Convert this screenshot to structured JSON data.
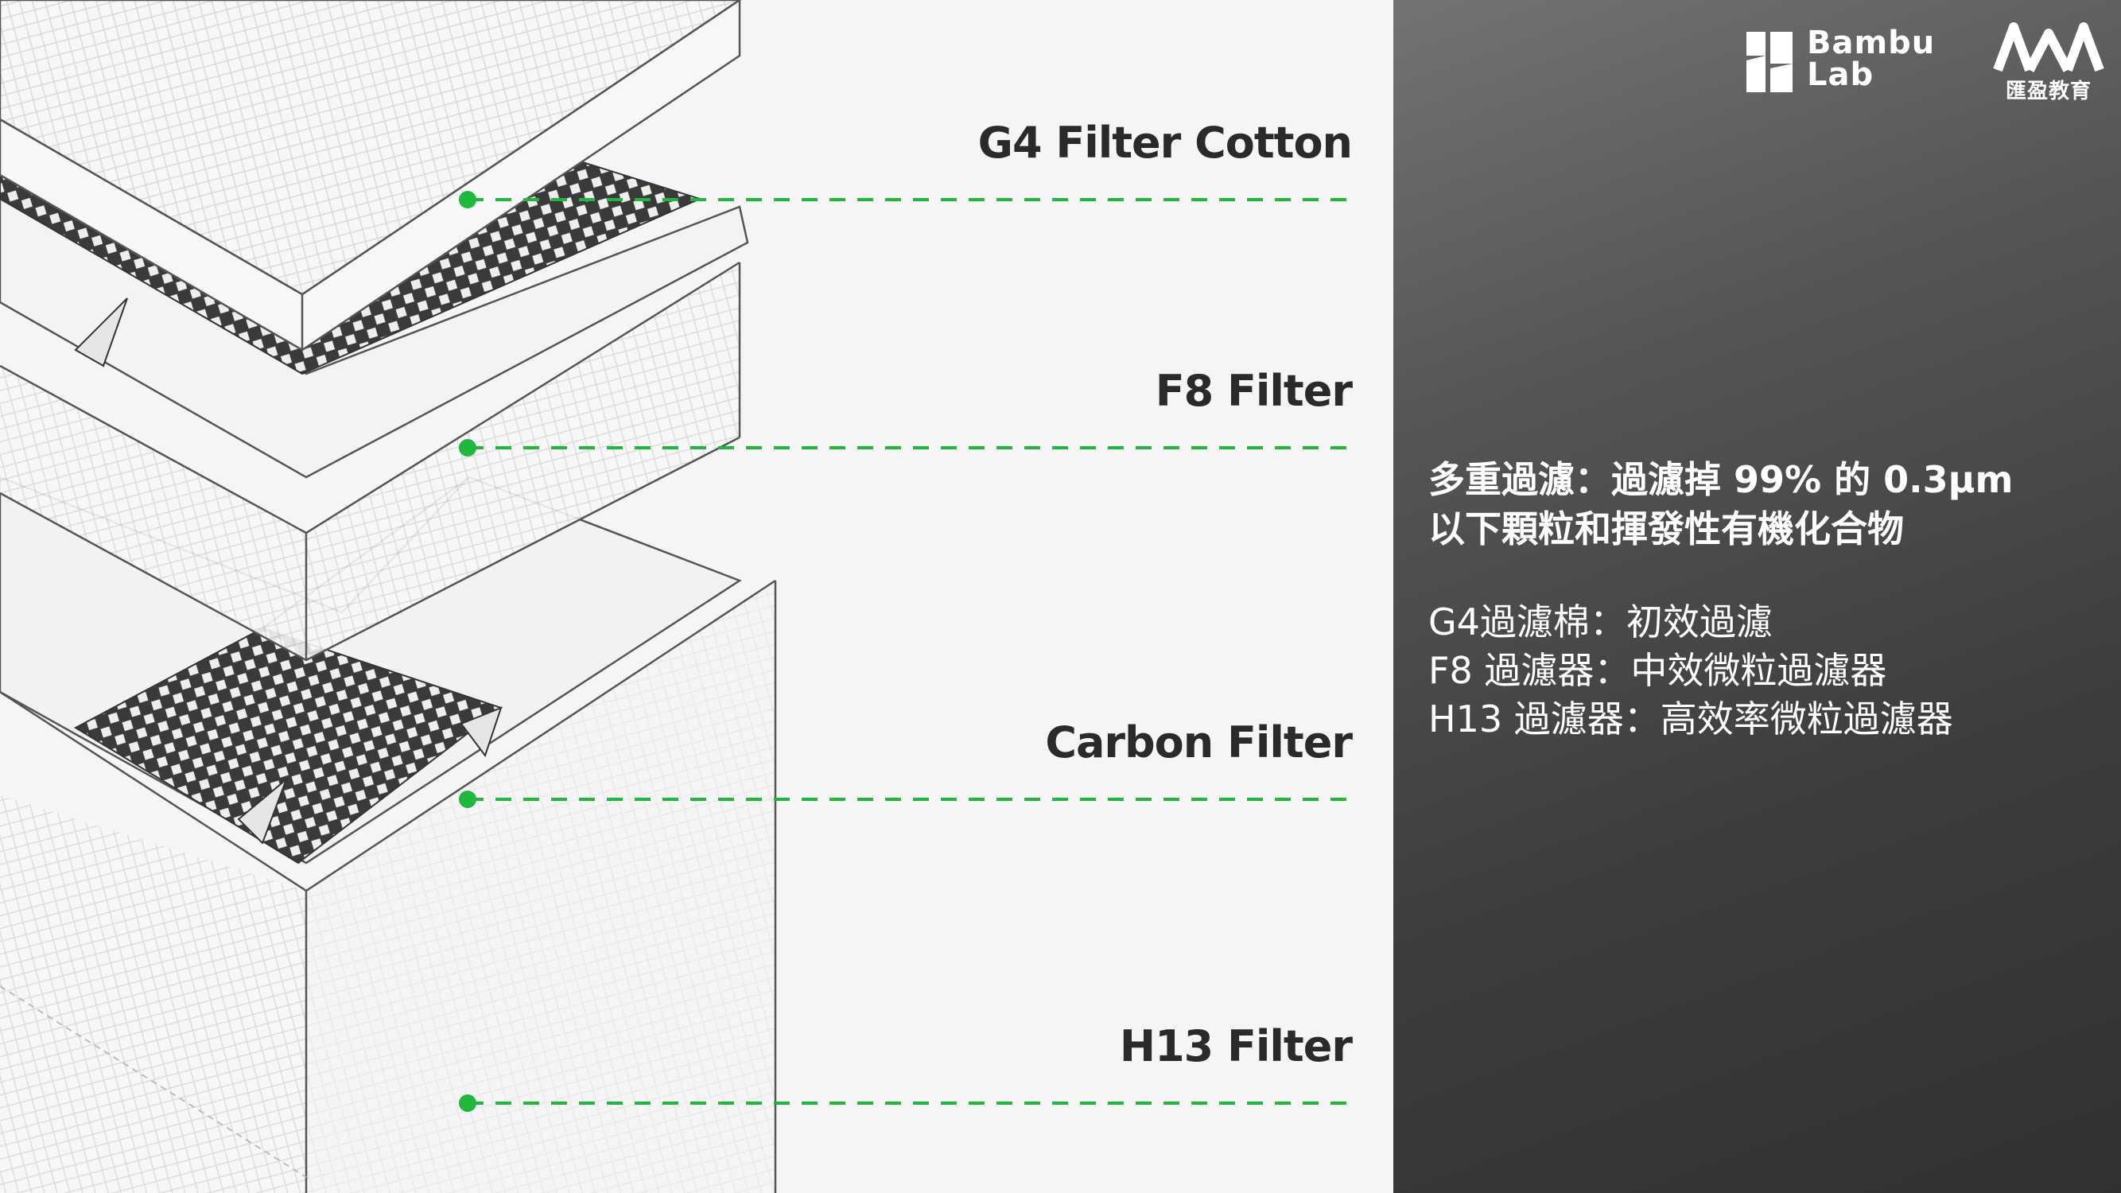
{
  "callouts": [
    {
      "label": "G4 Filter Cotton"
    },
    {
      "label": "F8 Filter"
    },
    {
      "label": "Carbon Filter"
    },
    {
      "label": "H13 Filter"
    }
  ],
  "brand": {
    "bambu_line1": "Bambu",
    "bambu_line2": "Lab",
    "aya_text": "匯盈教育"
  },
  "headline": {
    "line1": "多重過濾：過濾掉 99% 的 0.3μm",
    "line2": "以下顆粒和揮發性有機化合物"
  },
  "specs": [
    "G4過濾棉：初效過濾",
    "F8 過濾器：中效微粒過濾器",
    "H13 過濾器：高效率微粒過濾器"
  ],
  "colors": {
    "callout_green": "#1fb83a",
    "panel_dark": "#3d3d3d",
    "outline": "#4a4a4a"
  }
}
